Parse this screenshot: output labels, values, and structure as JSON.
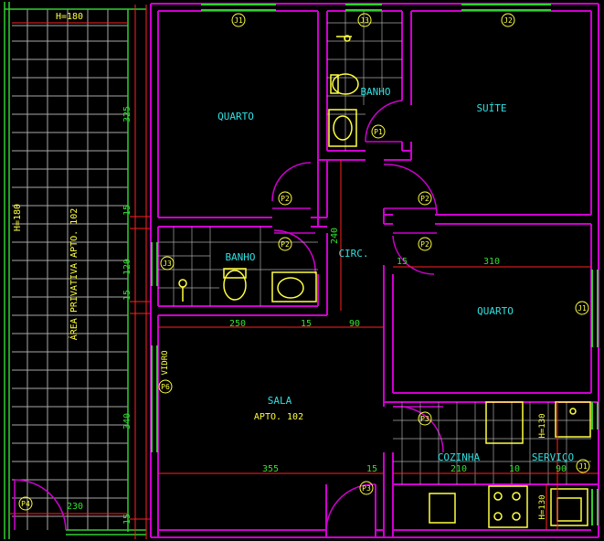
{
  "colors": {
    "wall": "#d000d0",
    "dim": "#ff2020",
    "dim_text": "#30e030",
    "room_text": "#30e0e0",
    "fixture": "#ffff40",
    "tag": "#ffff40",
    "grid": "#a8a8a8",
    "window": "#30d030"
  },
  "rooms": {
    "quarto1": "QUARTO",
    "suite": "SUÍTE",
    "banho1": "BANHO",
    "banho2": "BANHO",
    "circ": "CIRC.",
    "quarto2": "QUARTO",
    "sala": "SALA",
    "apto": "APTO. 102",
    "cozinha": "COZINHA",
    "servico": "SERVIÇO",
    "area_privativa": "ÁREA PRIVATIVA APTO. 102"
  },
  "labels": {
    "vidro": "VIDRO",
    "h180_top": "H=180",
    "h180_side": "H=180",
    "h130_a": "H=130",
    "h130_b": "H=130"
  },
  "dimensions": {
    "d325": "325",
    "d15_a": "15",
    "d120": "120",
    "d15_b": "15",
    "d340": "340",
    "d15_c": "15",
    "d240": "240",
    "d250": "250",
    "d15_d": "15",
    "d90_a": "90",
    "d15_e": "15",
    "d310": "310",
    "d355": "355",
    "d15_f": "15",
    "d210": "210",
    "d10": "10",
    "d90_b": "90",
    "d230": "230"
  },
  "tags": {
    "j1_top": "J1",
    "j3_top": "J3",
    "j2": "J2",
    "p1": "P1",
    "p2_a": "P2",
    "p2_b": "P2",
    "j3_left": "J3",
    "p2_c": "P2",
    "p2_d": "P2",
    "j1_right": "J1",
    "p6": "P6",
    "p3_a": "P3",
    "p3_b": "P3",
    "p4": "P4",
    "j1_bottom": "J1"
  }
}
